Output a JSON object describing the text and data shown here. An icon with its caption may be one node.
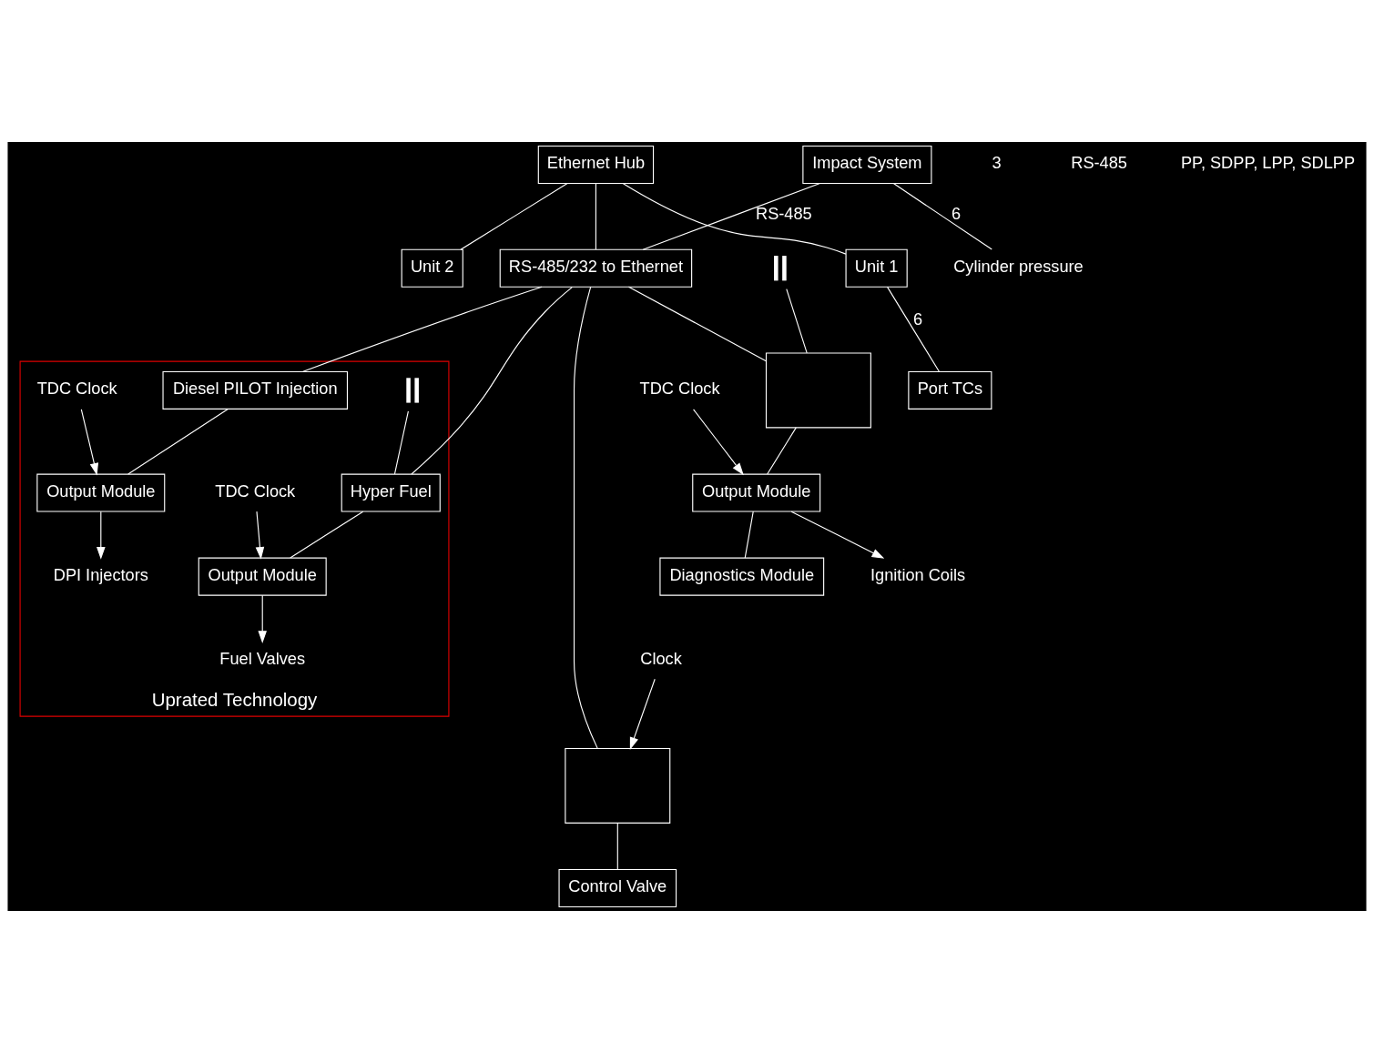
{
  "diagram": {
    "nodes": [
      {
        "text": [
          "Ethernet Hub"
        ]
      },
      {
        "text": [
          "Unit 1"
        ]
      },
      {
        "text": [
          "Unit 2"
        ]
      },
      {
        "text": [
          "Port TCs"
        ]
      },
      {
        "text": [
          "Impact System"
        ]
      },
      {
        "text": [
          "Cylinder pressure"
        ]
      },
      {
        "text": [
          "RS-485/232 to Ethernet"
        ]
      },
      {
        "text": [
          "Uprated Technology"
        ]
      },
      {
        "text": [],
        "shape": "box"
      },
      {
        "text": [
          "Hyper Fuel"
        ],
        "in": 7
      },
      {
        "text": [
          "Diesel PILOT Injection"
        ],
        "in": 7
      },
      {
        "text": [
          "Output Module"
        ]
      },
      {
        "text": [
          "Output Module"
        ],
        "in": 7
      },
      {
        "text": [
          "Output Module"
        ],
        "in": 7
      },
      {
        "text": [
          "Diagnostics Module"
        ]
      },
      {
        "text": [
          "TDC Clock"
        ]
      },
      {
        "text": [
          "Ignition Coils"
        ]
      },
      {
        "text": [
          "Fuel Valves"
        ],
        "in": 7
      },
      {
        "text": [
          "DPI Injectors"
        ],
        "in": 7
      },
      {
        "text": [
          "TDC Clock"
        ],
        "in": 7
      },
      {
        "text": [
          "TDC Clock"
        ],
        "in": 7
      },
      {
        "text": [],
        "shape": "box"
      },
      {
        "text": [
          "Control Valve"
        ]
      },
      {
        "text": [
          "Clock"
        ]
      },
      {
        "text": [],
        "shape": "battery"
      },
      {
        "text": [],
        "shape": "battery",
        "in": 7
      }
    ],
    "edges": [
      {
        "from": 0,
        "to": 1,
        "arrow": "none"
      },
      {
        "from": 0,
        "to": 2,
        "arrow": "none"
      },
      {
        "from": 1,
        "to": 3,
        "arrow": "none",
        "label": "6"
      },
      {
        "from": 4,
        "to": 5,
        "arrow": "none",
        "label": "6"
      },
      {
        "from": 0,
        "to": 6,
        "arrow": "none"
      },
      {
        "from": 6,
        "to": 8,
        "arrow": "none"
      },
      {
        "from": 6,
        "to": 9,
        "arrow": "none"
      },
      {
        "from": 6,
        "to": 10,
        "arrow": "none"
      },
      {
        "from": 4,
        "to": 6,
        "arrow": "none",
        "label": "RS-485"
      },
      {
        "from": 6,
        "to": 21,
        "arrow": "none"
      },
      {
        "from": 24,
        "to": 8,
        "arrow": "none"
      },
      {
        "from": 25,
        "to": 9,
        "arrow": "none"
      },
      {
        "from": 8,
        "to": 11,
        "arrow": "none"
      },
      {
        "from": 11,
        "to": 14,
        "arrow": "none"
      },
      {
        "from": 15,
        "to": 11,
        "arrow": "to"
      },
      {
        "from": 11,
        "to": 16,
        "arrow": "to"
      },
      {
        "from": 9,
        "to": 12,
        "arrow": "none"
      },
      {
        "from": 12,
        "to": 17,
        "arrow": "to"
      },
      {
        "from": 19,
        "to": 12,
        "arrow": "to"
      },
      {
        "from": 10,
        "to": 13,
        "arrow": "none"
      },
      {
        "from": 13,
        "to": 18,
        "arrow": "to"
      },
      {
        "from": 20,
        "to": 13,
        "arrow": "to"
      },
      {
        "from": 23,
        "to": 21,
        "arrow": "to"
      },
      {
        "from": 21,
        "to": 22,
        "arrow": "none"
      }
    ],
    "labels": [
      "3",
      "RS-485",
      "PP, SDPP, LPP, SDLPP"
    ]
  }
}
